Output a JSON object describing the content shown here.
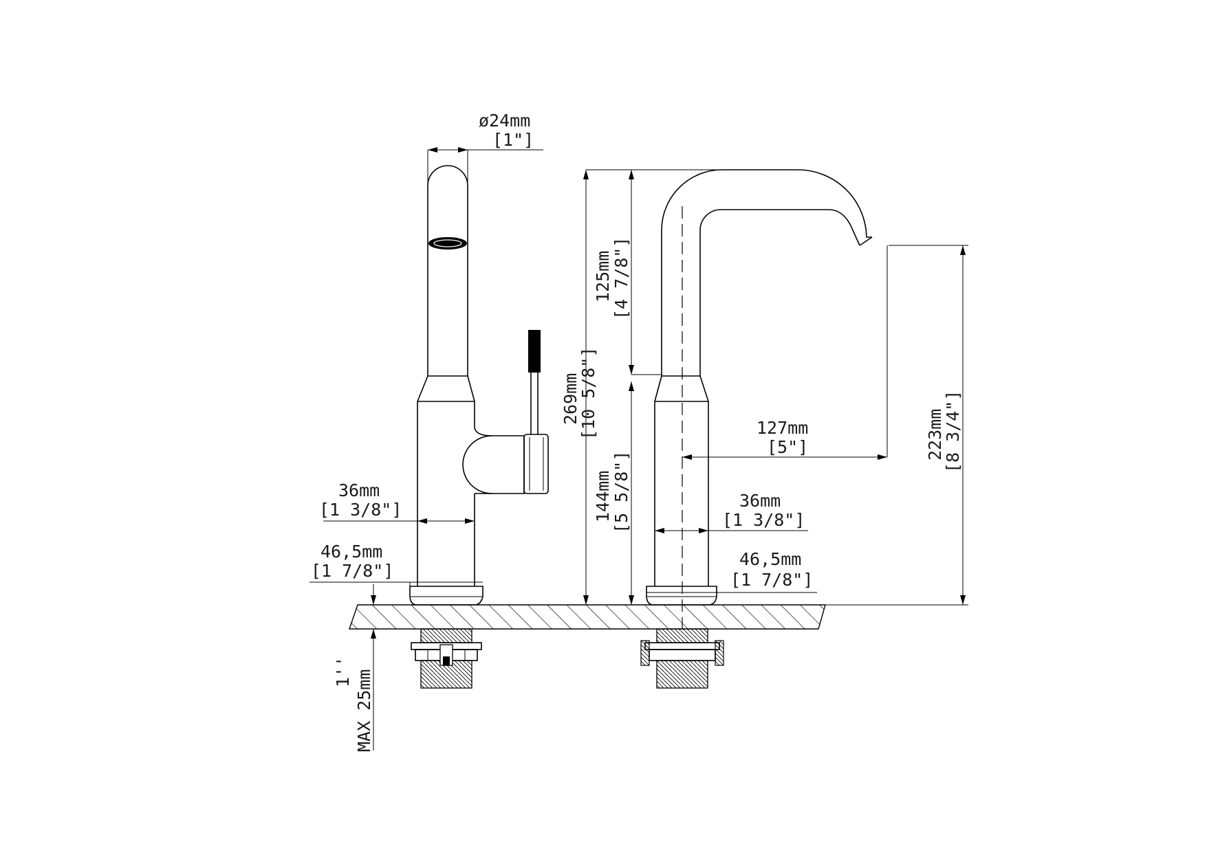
{
  "diagram": {
    "side_view": {
      "top_diameter": {
        "mm": "ø24mm",
        "in": "[1\"]"
      },
      "body_width": {
        "mm": "36mm",
        "in": "[1 3/8\"]"
      },
      "base_width": {
        "mm": "46,5mm",
        "in": "[1 7/8\"]"
      },
      "deck_thickness": {
        "in": "1''",
        "mm": "MAX 25mm"
      }
    },
    "front_view": {
      "total_height": {
        "mm": "269mm",
        "in": "[10 5/8\"]"
      },
      "spout_height": {
        "mm": "125mm",
        "in": "[4 7/8\"]"
      },
      "body_height": {
        "mm": "144mm",
        "in": "[5 5/8\"]"
      },
      "reach": {
        "mm": "127mm",
        "in": "[5\"]"
      },
      "outlet_height": {
        "mm": "223mm",
        "in": "[8 3/4\"]"
      },
      "body_width": {
        "mm": "36mm",
        "in": "[1 3/8\"]"
      },
      "base_width": {
        "mm": "46,5mm",
        "in": "[1 7/8\"]"
      }
    }
  }
}
